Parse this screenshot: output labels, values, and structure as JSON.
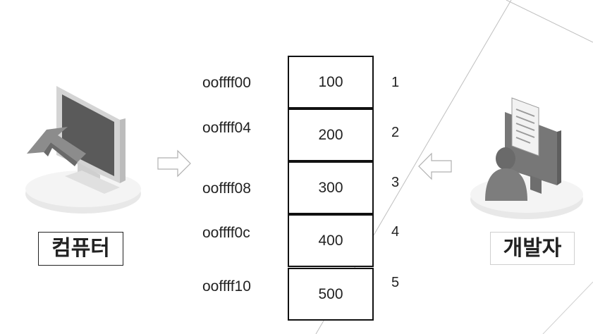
{
  "left_actor": {
    "label": "컴퓨터",
    "icon": "computer-monitor-cursor-icon"
  },
  "right_actor": {
    "label": "개발자",
    "icon": "developer-document-icon"
  },
  "memory": {
    "addresses": [
      "ooffff00",
      "ooffff04",
      "ooffff08",
      "ooffff0c",
      "ooffff10"
    ],
    "values": [
      "100",
      "200",
      "300",
      "400",
      "500"
    ],
    "indices": [
      "1",
      "2",
      "3",
      "4",
      "5"
    ]
  },
  "colors": {
    "border": "#111111",
    "icon_gray": "#7a7a7a",
    "platform": "#e6e6e6"
  }
}
